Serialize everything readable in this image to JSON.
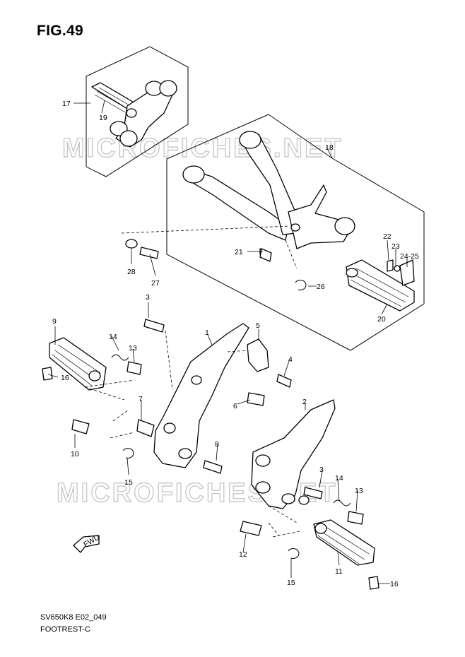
{
  "figure": {
    "title": "FIG.49",
    "code": "SV650K8 E02_049",
    "name": "FOOTREST-C"
  },
  "watermark": {
    "text": "MICROFICHES.NET",
    "color": "#c9c9c9"
  },
  "fwd_label": "FWD",
  "callouts": [
    "1",
    "2",
    "3",
    "3",
    "4",
    "5",
    "6",
    "7",
    "8",
    "9",
    "10",
    "11",
    "12",
    "13",
    "13",
    "14",
    "14",
    "15",
    "15",
    "16",
    "16",
    "17",
    "18",
    "19",
    "20",
    "21",
    "22",
    "23",
    "24-25",
    "26",
    "27",
    "28"
  ]
}
